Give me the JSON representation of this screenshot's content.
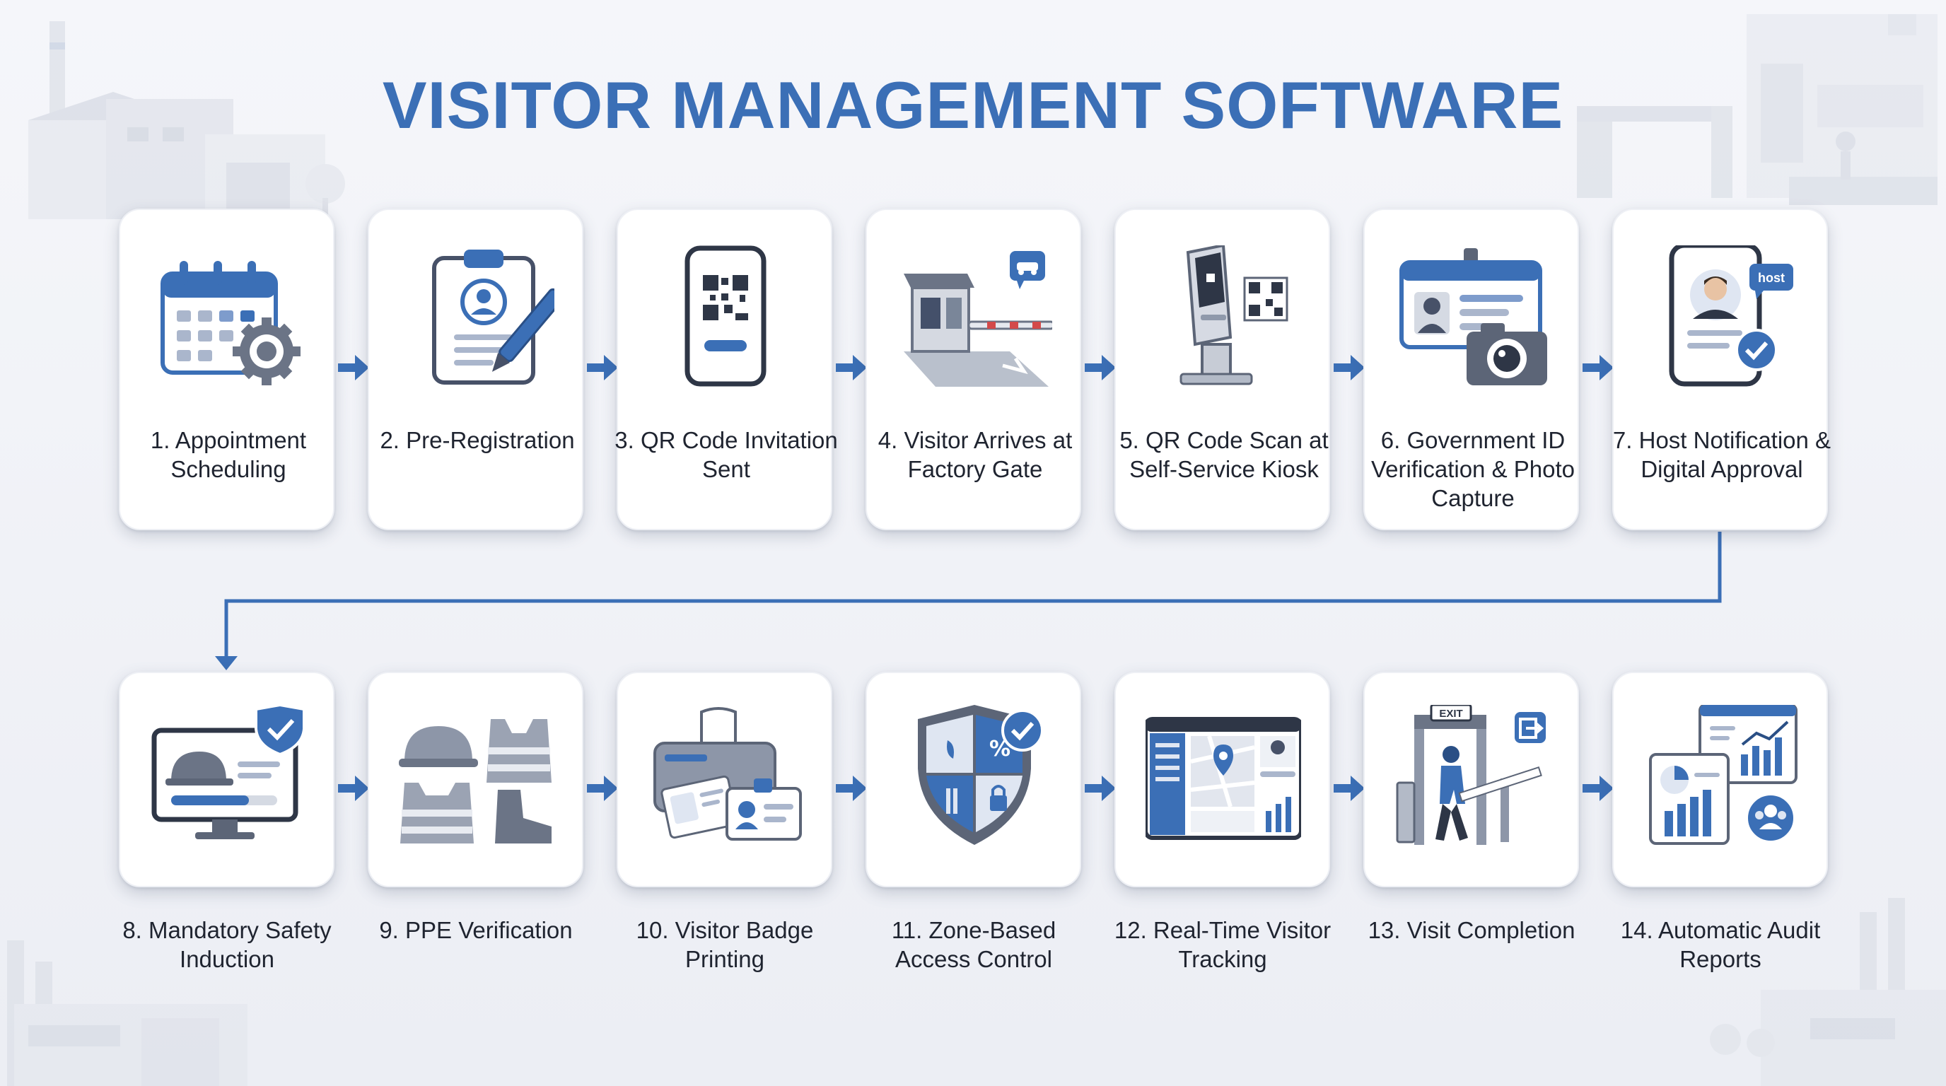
{
  "title": "VISITOR MANAGEMENT SOFTWARE",
  "accent_color": "#3b6fb6",
  "steps": [
    {
      "label": "1. Appointment Scheduling",
      "icon": "calendar-gear-icon"
    },
    {
      "label": "2. Pre-Registration",
      "icon": "clipboard-pen-icon"
    },
    {
      "label": "3. QR Code Invitation Sent",
      "icon": "phone-qr-icon"
    },
    {
      "label": "4. Visitor Arrives at Factory Gate",
      "icon": "gate-booth-icon"
    },
    {
      "label": "5. QR Code Scan at Self-Service Kiosk",
      "icon": "kiosk-icon"
    },
    {
      "label": "6. Government ID Verification & Photo Capture",
      "icon": "id-camera-icon"
    },
    {
      "label": "7. Host Notification & Digital Approval",
      "icon": "phone-host-icon",
      "badge": "host"
    },
    {
      "label": "8. Mandatory Safety Induction",
      "icon": "monitor-helmet-icon"
    },
    {
      "label": "9. PPE Verification",
      "icon": "ppe-icon"
    },
    {
      "label": "10. Visitor Badge Printing",
      "icon": "printer-badge-icon"
    },
    {
      "label": "11. Zone-Based Access Control",
      "icon": "shield-zones-icon"
    },
    {
      "label": "12. Real-Time Visitor Tracking",
      "icon": "map-dashboard-icon"
    },
    {
      "label": "13. Visit Completion",
      "icon": "exit-gate-icon",
      "sign": "EXIT"
    },
    {
      "label": "14. Automatic Audit Reports",
      "icon": "reports-icon"
    }
  ]
}
